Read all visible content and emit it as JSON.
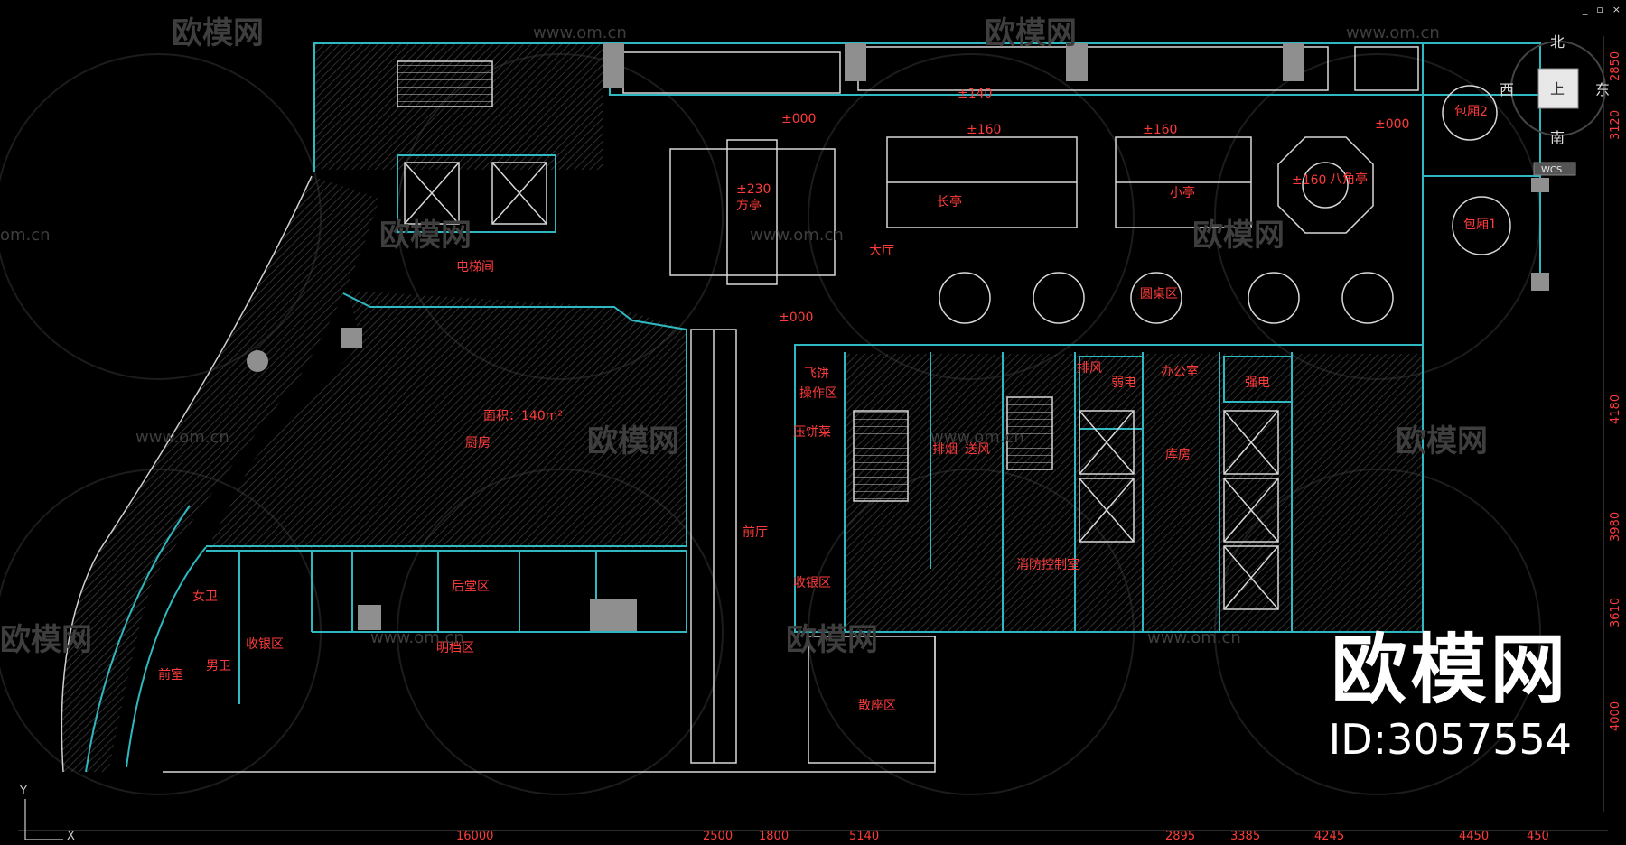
{
  "window": {
    "minimize": "_",
    "restore": "▫",
    "close": "×"
  },
  "viewcube": {
    "north": "北",
    "south": "南",
    "east": "东",
    "west": "西",
    "top": "上",
    "wcs": "WCS"
  },
  "watermark": {
    "brand": "欧模网",
    "site": "www.om.cn",
    "site_short": "om.cn",
    "id_text": "ID:3057554"
  },
  "rooms": {
    "elevator_hall": "电梯间",
    "kitchen": "厨房",
    "kitchen_area": "面积：140m²",
    "lobby": "大厅",
    "square_booth": "方亭",
    "long_booth": "长亭",
    "small_booth": "小亭",
    "octagon_booth": "八角亭",
    "round_table_area": "圆桌区",
    "private_room_1": "包厢1",
    "private_room_2": "包厢2",
    "front_hall": "前厅",
    "cashier": "收银区",
    "lounge": "散座区",
    "pastry_operation_1": "飞饼",
    "pastry_operation_2": "操作区",
    "press_dish": "压饼菜",
    "office": "办公室",
    "storeroom": "库房",
    "weak_current": "弱电",
    "strong_current": "强电",
    "smoke_exhaust": "排烟",
    "fire_control": "消防控制室",
    "back_hall": "后堂区",
    "dining_area": "明档区",
    "female_wc": "女卫",
    "male_wc": "男卫",
    "anteroom": "前室",
    "vent_a": "排风",
    "vent_b": "送风"
  },
  "levels": {
    "top_140": "±140",
    "top_000_a": "±000",
    "top_000_b": "±000",
    "lobby_000": "±000",
    "booth_230": "±230",
    "booth_160_a": "±160",
    "booth_160_b": "±160",
    "octagon_160": "±160"
  },
  "dims_bottom": [
    "16000",
    "2500",
    "1800",
    "5140",
    "2895",
    "3385",
    "4245",
    "4450",
    "450"
  ],
  "dims_right": [
    "2850",
    "3120",
    "4180",
    "3980",
    "3610",
    "4000"
  ],
  "axis": {
    "y": "Y",
    "x": "X"
  }
}
